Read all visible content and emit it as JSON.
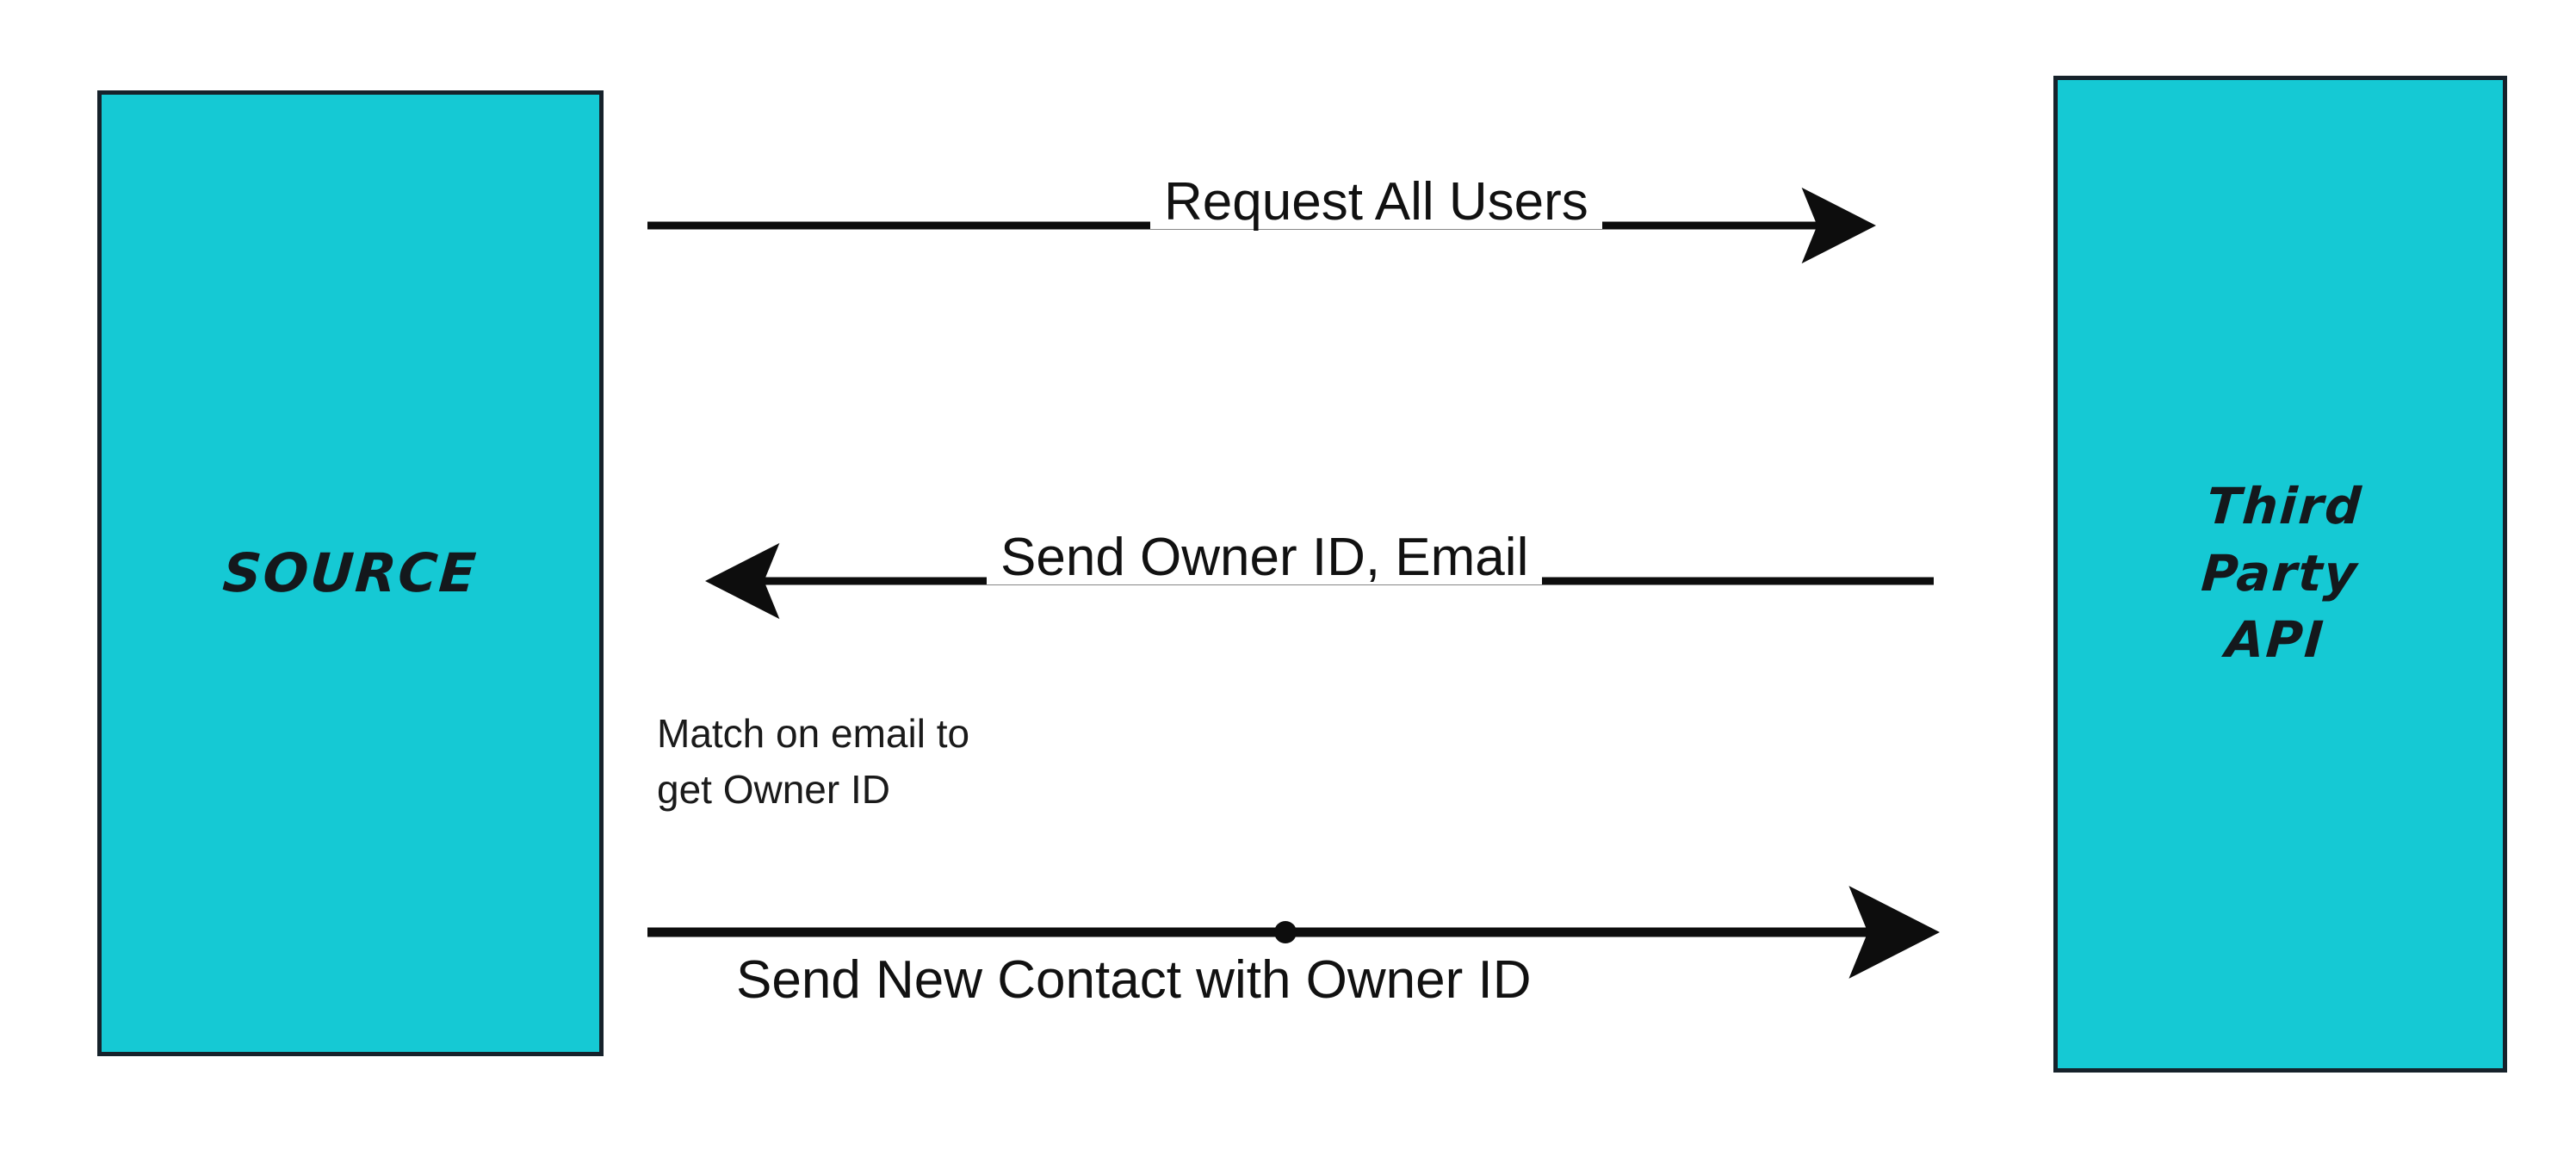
{
  "diagram": {
    "type": "sequence-flow",
    "background_color": "#ffffff",
    "accent_color": "#15C9D4",
    "stroke_color": "#16222b",
    "text_color": "#111111"
  },
  "nodes": [
    {
      "id": "source",
      "label": "SOURCE",
      "fill": "#15C9D4",
      "border": "#16222b"
    },
    {
      "id": "third-party-api",
      "label": "Third Party API",
      "lines": [
        "Third",
        "Party",
        "API"
      ],
      "fill": "#15C9D4",
      "border": "#16222b"
    }
  ],
  "edges": [
    {
      "id": "request-all-users",
      "label": "Request All Users",
      "direction": "right",
      "from": "source",
      "to": "third-party-api"
    },
    {
      "id": "send-owner-id-email",
      "label": "Send Owner ID, Email",
      "direction": "left",
      "from": "third-party-api",
      "to": "source"
    },
    {
      "id": "send-new-contact",
      "label": "Send New Contact with Owner ID",
      "direction": "right",
      "from": "source",
      "to": "third-party-api",
      "has_midpoint_marker": true
    }
  ],
  "notes": [
    {
      "id": "match-email",
      "lines": [
        "Match on email to",
        "get Owner ID"
      ],
      "text": "Match on email to\nget Owner ID"
    }
  ]
}
